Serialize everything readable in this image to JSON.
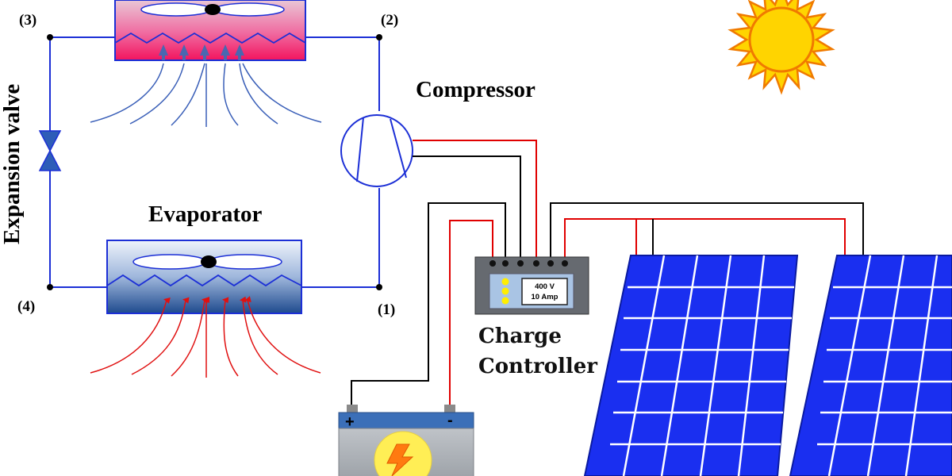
{
  "labels": {
    "expansion_valve": "Expansion valve",
    "compressor": "Compressor",
    "evaporator": "Evaporator",
    "charge_controller_line1": "Charge",
    "charge_controller_line2": "Controller",
    "node_1": "(1)",
    "node_2": "(2)",
    "node_3": "(3)",
    "node_4": "(4)"
  },
  "charge_controller": {
    "voltage": "400 V",
    "current": "10 Amp"
  },
  "battery": {
    "positive": "+",
    "negative": "-"
  },
  "colors": {
    "refrigerant_line": "#1c2fd6",
    "positive_wire": "#e00000",
    "negative_wire": "#000000",
    "hot_air": "#e01010",
    "cold_air": "#3a5fb8",
    "panel_blue": "#1a2ff0",
    "sun": "#ffd400",
    "controller_body": "#666a70"
  }
}
